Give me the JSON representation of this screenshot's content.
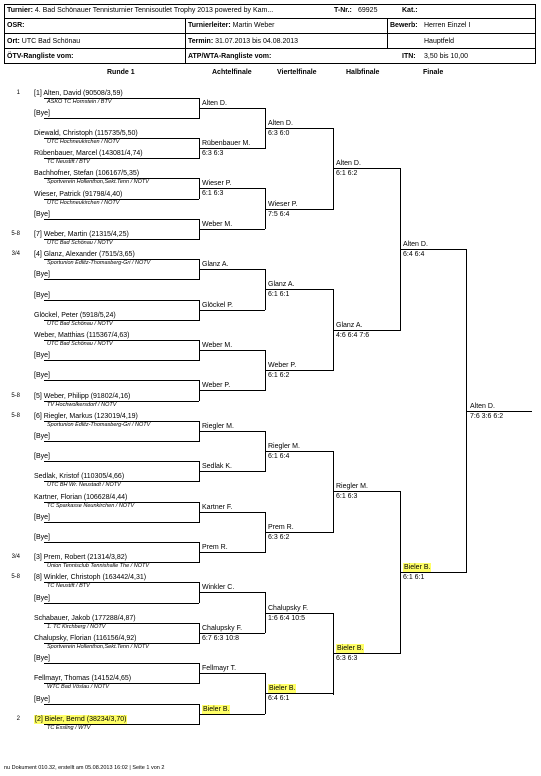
{
  "header": {
    "turnier_label": "Turnier:",
    "turnier_value": "4. Bad Schönauer Tennisturnier Tennisoutlet Trophy 2013 powered by Kam...",
    "tnr_label": "T-Nr.:",
    "tnr_value": "69925",
    "kat_label": "Kat.:",
    "kat_value": "",
    "osr_label": "OSR:",
    "osr_value": "",
    "turnierleiter_label": "Turnierleiter:",
    "turnierleiter_value": "Martin Weber",
    "bewerb_label": "Bewerb:",
    "bewerb_value": "Herren Einzel I",
    "ort_label": "Ort:",
    "ort_value": "UTC Bad Schönau",
    "termin_label": "Termin:",
    "termin_value": "31.07.2013 bis 04.08.2013",
    "feld_value": "Hauptfeld",
    "oetv_label": "ÖTV-Rangliste vom:",
    "oetv_value": "",
    "atp_label": "ATP/WTA-Rangliste vom:",
    "atp_value": "",
    "itn_label": "ITN:",
    "itn_value": "3,50  bis 10,00"
  },
  "rounds": [
    "Runde 1",
    "Achtelfinale",
    "Viertelfinale",
    "Halbfinale",
    "Finale"
  ],
  "seeds": [
    "1",
    "5-8",
    "3/4",
    "5-8",
    "5-8",
    "3/4",
    "5-8",
    "2"
  ],
  "r1": [
    {
      "name": "[1] Alten, David (90508/3,59)",
      "club": "ASKÖ TC Hornstein / BTV"
    },
    {
      "name": "[Bye]",
      "club": ""
    },
    {
      "name": "Diewald, Christoph (115735/5,50)",
      "club": "UTC Hochneukirchen / NÖTV"
    },
    {
      "name": "Rübenbauer, Marcel (143081/4,74)",
      "club": "TC Neustift / BTV"
    },
    {
      "name": "Bachhofner, Stefan (106167/5,35)",
      "club": "Sportverein Hollenthon,Sekt.Tenn / NÖTV"
    },
    {
      "name": "Wieser, Patrick (91798/4,40)",
      "club": "UTC Hochneukirchen / NÖTV"
    },
    {
      "name": "[Bye]",
      "club": ""
    },
    {
      "name": "[7] Weber, Martin (21315/4,25)",
      "club": "UTC Bad Schönau / NÖTV"
    },
    {
      "name": "[4] Glanz, Alexander (7515/3,65)",
      "club": "Sportunion Edlitz-Thomasberg-Gri / NÖTV"
    },
    {
      "name": "[Bye]",
      "club": ""
    },
    {
      "name": "[Bye]",
      "club": ""
    },
    {
      "name": "Glöckel, Peter (5918/5,24)",
      "club": "UTC Bad Schönau / NÖTV"
    },
    {
      "name": "Weber, Matthias (115367/4,63)",
      "club": "UTC Bad Schönau / NÖTV"
    },
    {
      "name": "[Bye]",
      "club": ""
    },
    {
      "name": "[Bye]",
      "club": ""
    },
    {
      "name": "[5] Weber, Philipp (91802/4,16)",
      "club": "TV Hochwolkersdorf / NÖTV"
    },
    {
      "name": "[6] Riegler, Markus (123019/4,19)",
      "club": "Sportunion Edlitz-Thomasberg-Gri / NÖTV"
    },
    {
      "name": "[Bye]",
      "club": ""
    },
    {
      "name": "[Bye]",
      "club": ""
    },
    {
      "name": "Sedlak, Kristof (110305/4,66)",
      "club": "UTC BH Wr. Neustadt / NÖTV"
    },
    {
      "name": "Kartner, Florian (106628/4,44)",
      "club": "TC Sparkasse Neunkirchen / NÖTV"
    },
    {
      "name": "[Bye]",
      "club": ""
    },
    {
      "name": "[Bye]",
      "club": ""
    },
    {
      "name": "[3] Prem, Robert (21314/3,82)",
      "club": "Union Tennisclub Tennishalle The / NÖTV"
    },
    {
      "name": "[8] Winkler, Christoph (163442/4,31)",
      "club": "TC Neustift / BTV"
    },
    {
      "name": "[Bye]",
      "club": ""
    },
    {
      "name": "Schabauer, Jakob (177288/4,87)",
      "club": "1. TC Kirchberg / NÖTV"
    },
    {
      "name": "Chalupsky, Florian (116156/4,92)",
      "club": "Sportverein Hollenthon,Sekt.Tenn / NÖTV"
    },
    {
      "name": "[Bye]",
      "club": ""
    },
    {
      "name": "Fellmayr, Thomas (14152/4,65)",
      "club": "WTC Bad Vöslau / NÖTV"
    },
    {
      "name": "[Bye]",
      "club": ""
    },
    {
      "name": "[2] Bieler, Bernd (38234/3,70)",
      "club": "TC Essling / WTV"
    }
  ],
  "r2": [
    {
      "name": "Alten D.",
      "score": ""
    },
    {
      "name": "Rübenbauer M.",
      "score": "6:3 6:3"
    },
    {
      "name": "Wieser P.",
      "score": "6:1 6:3"
    },
    {
      "name": "Weber M.",
      "score": ""
    },
    {
      "name": "Glanz A.",
      "score": ""
    },
    {
      "name": "Glöckel P.",
      "score": ""
    },
    {
      "name": "Weber M.",
      "score": ""
    },
    {
      "name": "Weber P.",
      "score": ""
    },
    {
      "name": "Riegler M.",
      "score": ""
    },
    {
      "name": "Sedlak K.",
      "score": ""
    },
    {
      "name": "Kartner F.",
      "score": ""
    },
    {
      "name": "Prem R.",
      "score": ""
    },
    {
      "name": "Winkler C.",
      "score": ""
    },
    {
      "name": "Chalupsky F.",
      "score": "6:7 6:3 10:8"
    },
    {
      "name": "Fellmayr T.",
      "score": ""
    },
    {
      "name": "Bieler B.",
      "score": ""
    }
  ],
  "r3": [
    {
      "name": "Alten D.",
      "score": "6:3 6:0"
    },
    {
      "name": "Wieser P.",
      "score": "7:5 6:4"
    },
    {
      "name": "Glanz A.",
      "score": "6:1 6:1"
    },
    {
      "name": "Weber P.",
      "score": "6:1 6:2"
    },
    {
      "name": "Riegler M.",
      "score": "6:1 6:4"
    },
    {
      "name": "Prem R.",
      "score": "6:3 6:2"
    },
    {
      "name": "Chalupsky F.",
      "score": "1:6 6:4 10:5"
    },
    {
      "name": "Bieler B.",
      "score": "6:4 6:1"
    }
  ],
  "r4": [
    {
      "name": "Alten D.",
      "score": "6:1 6:2"
    },
    {
      "name": "Glanz A.",
      "score": "4:6 6:4 7:6"
    },
    {
      "name": "Riegler M.",
      "score": "6:1 6:3"
    },
    {
      "name": "Bieler B.",
      "score": "6:3 6:3"
    }
  ],
  "r5": [
    {
      "name": "Alten D.",
      "score": "6:4 6:4"
    },
    {
      "name": "Bieler B.",
      "score": "6:1 6:1"
    }
  ],
  "winner": {
    "name": "Alten D.",
    "score": "7:6 3:6 6:2"
  },
  "footer": "nu Dokument 010.32, erstellt am 05.08.2013 16:02 | Seite 1 von 2"
}
